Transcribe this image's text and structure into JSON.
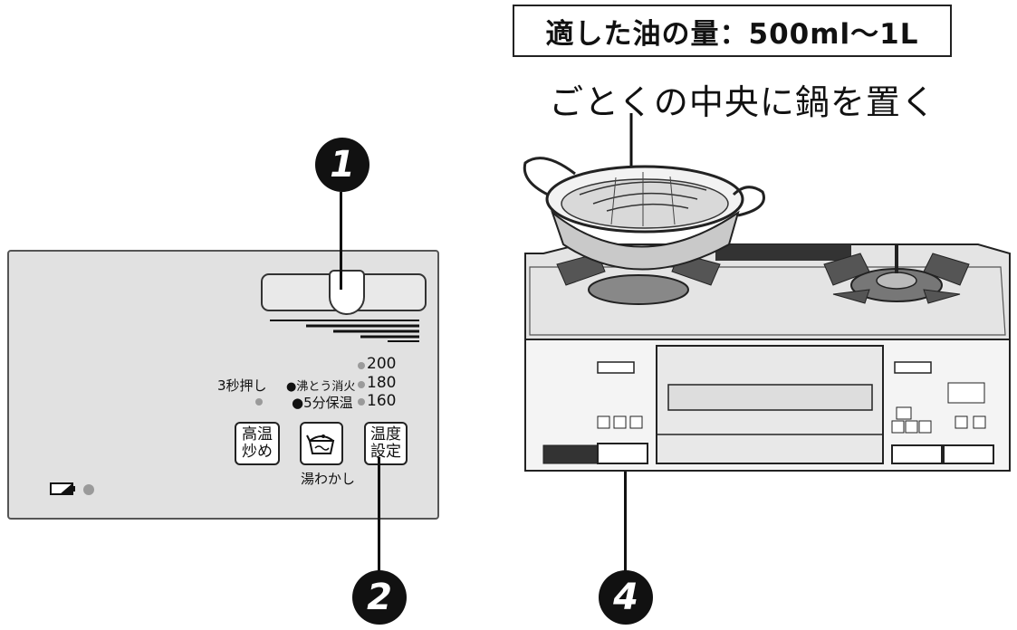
{
  "oil_amount": "適した油の量：500ml〜1L",
  "instruction": "ごとくの中央に鍋を置く",
  "callouts": {
    "c1": "1",
    "c2": "2",
    "c4": "4"
  },
  "panel": {
    "press3": "3秒押し",
    "boil_off": "●沸とう消火",
    "keep_warm": "●5分保温",
    "temp_200": "200",
    "temp_180": "180",
    "temp_160": "160",
    "btn_high_temp": [
      "高温",
      "炒め"
    ],
    "btn_temp_set": [
      "温度",
      "設定"
    ],
    "kettle_label": "湯わかし"
  },
  "colors": {
    "panel_bg": "#e1e1e1",
    "line": "#111111",
    "indicator": "#9a9a9a"
  }
}
